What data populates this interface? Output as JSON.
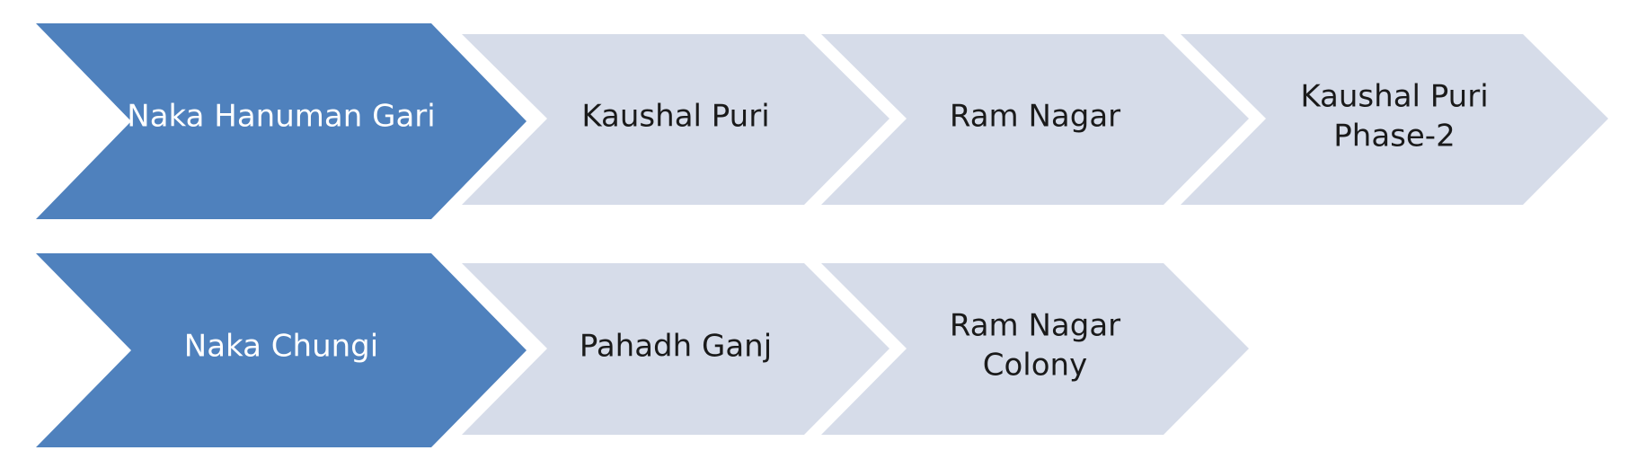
{
  "colors": {
    "primary_fill": "#4f81bd",
    "secondary_fill": "#d6dce9",
    "primary_text": "#ffffff",
    "secondary_text": "#1a1a1a"
  },
  "rows": [
    {
      "head": {
        "label": "Naka Hanuman Gari"
      },
      "steps": [
        {
          "lines": [
            "Kaushal Puri"
          ]
        },
        {
          "lines": [
            "Ram Nagar"
          ]
        },
        {
          "lines": [
            "Kaushal Puri",
            "Phase-2"
          ]
        }
      ]
    },
    {
      "head": {
        "label": "Naka Chungi"
      },
      "steps": [
        {
          "lines": [
            "Pahadh Ganj"
          ]
        },
        {
          "lines": [
            "Ram Nagar",
            "Colony"
          ]
        }
      ]
    }
  ]
}
